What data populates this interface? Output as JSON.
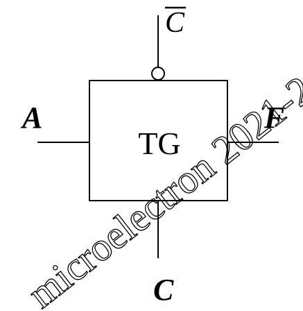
{
  "diagram": {
    "gate_label": "TG",
    "input_label": "A",
    "output_label": "F",
    "control_top_label": "C",
    "control_top_inverted": true,
    "control_bottom_label": "C"
  },
  "watermark": {
    "text": "microelectron 2021-2"
  },
  "colors": {
    "stroke": "#000000",
    "background": "#ffffff"
  }
}
